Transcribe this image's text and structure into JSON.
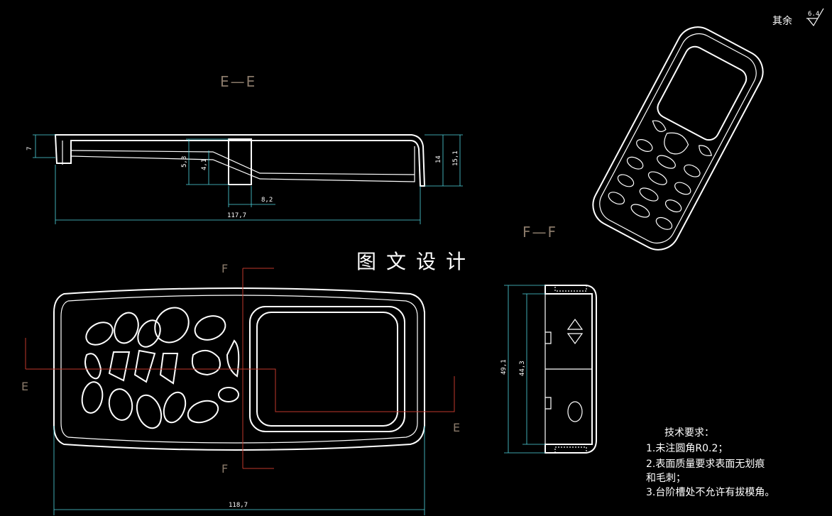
{
  "roughness": {
    "label": "其余",
    "value": "6.4"
  },
  "sections": {
    "ee_title": "E—E",
    "ff_title": "F—F",
    "cut_f_top": "F",
    "cut_f_bottom": "F",
    "cut_e_left": "E",
    "cut_e_right": "E"
  },
  "dimensions": {
    "ee_left_height": "7",
    "ee_53": "5,3",
    "ee_41": "4,1",
    "ee_82": "8,2",
    "ee_right_14": "14",
    "ee_right_151": "15,1",
    "ee_length": "117,7",
    "plan_length": "118,7",
    "ff_491": "49,1",
    "ff_443": "44,3"
  },
  "watermark": "图文设计",
  "requirements": {
    "heading": "技术要求：",
    "item1": "1.未注圆角R0.2；",
    "item2a": "2.表面质量要求表面无划痕",
    "item2b": "和毛刺；",
    "item3": "3.台阶槽处不允许有拔模角。"
  }
}
